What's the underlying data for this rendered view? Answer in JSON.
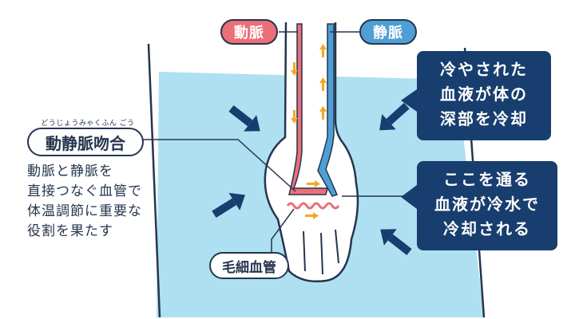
{
  "labels": {
    "artery": "動脈",
    "vein": "静脈",
    "anastomosis": "動静脈吻合",
    "anastomosis_ruby": "どうじょうみゃくふん ごう",
    "capillary": "毛細血管"
  },
  "description_lines": [
    "動脈と静脈を",
    "直接つなぐ血管で",
    "体温調節に重要な",
    "役割を果たす"
  ],
  "callout_top_lines": [
    "冷やされた",
    "血液が体の",
    "深部を冷却"
  ],
  "callout_bottom_lines": [
    "ここを通る",
    "血液が冷水で",
    "冷却される"
  ],
  "colors": {
    "water": "#aee0f2",
    "artery": "#ea6f77",
    "vein": "#4e9fd4",
    "callout": "#173e6e",
    "outline": "#25354f",
    "flow_arrow": "#f5a623"
  }
}
